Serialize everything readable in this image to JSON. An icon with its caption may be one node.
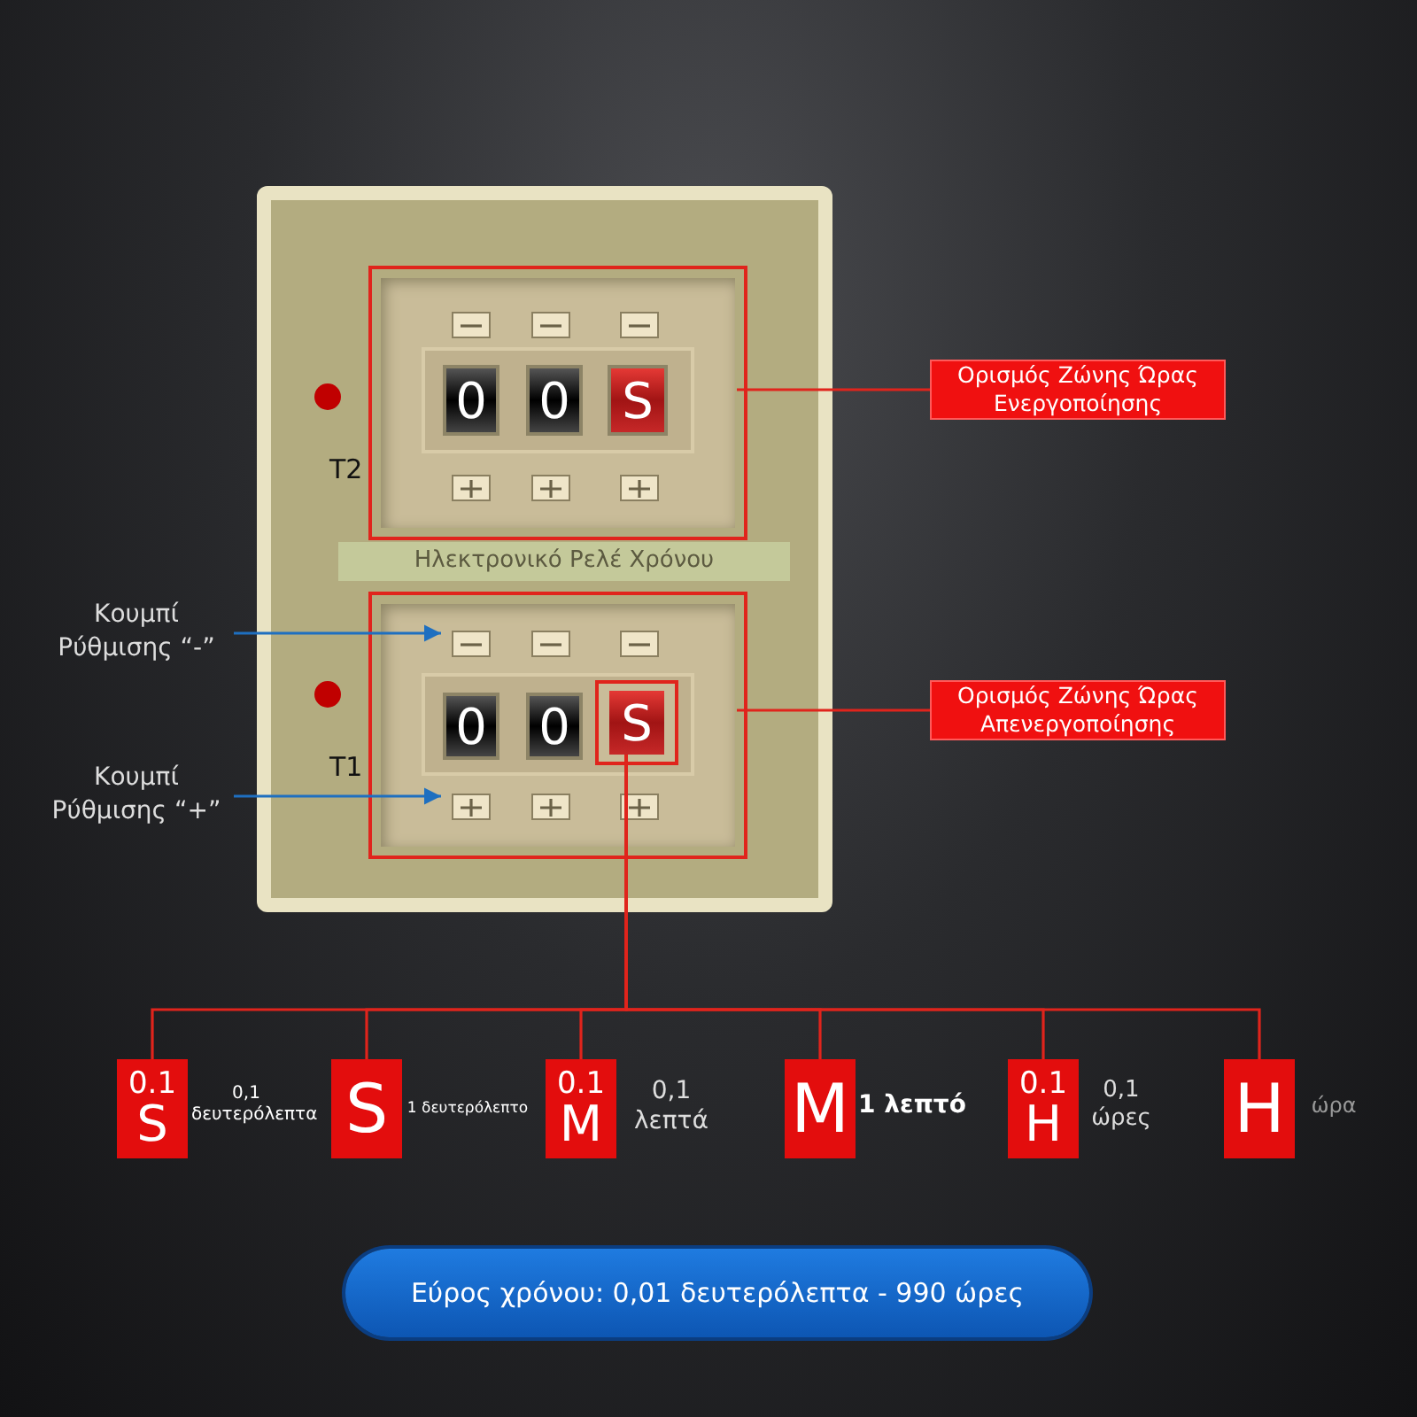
{
  "diagram": {
    "nodes": [
      {
        "text": [],
        "shape": "box"
      },
      {
        "text": [],
        "shape": "box",
        "in": 0
      },
      {
        "text": [
          "0"
        ],
        "in": 1
      },
      {
        "text": [
          "0"
        ],
        "in": 1
      },
      {
        "text": [
          "S"
        ],
        "in": 1
      },
      {
        "text": [],
        "shape": "box",
        "in": 0
      },
      {
        "text": [
          "0"
        ],
        "in": 5
      },
      {
        "text": [
          "0"
        ],
        "in": 5
      },
      {
        "text": [
          "S"
        ],
        "in": 5
      },
      {
        "text": [],
        "shape": "box",
        "in": 5
      },
      {
        "text": [],
        "shape": "box",
        "in": 5
      },
      {
        "text": [
          "Ορισμός Ζώνης Ώρας Ενεργοποίησης"
        ]
      },
      {
        "text": [
          "Κουμπί Ρύθμισης “-”"
        ]
      },
      {
        "text": [
          "Κουμπί Ρύθμισης “+”"
        ]
      },
      {
        "text": [
          "Ορισμός Ζώνης Ώρας Απενεργοποίησης"
        ]
      },
      {
        "text": [
          "0.1",
          "S"
        ],
        "beside": [
          "0,1 δευτερόλεπτα"
        ]
      },
      {
        "text": [
          "S"
        ],
        "beside": [
          "1 δευτερόλεπτο"
        ]
      },
      {
        "text": [
          "0.1",
          "M"
        ],
        "beside": [
          "0,1 λεπτά"
        ]
      },
      {
        "text": [
          "M"
        ],
        "beside": [
          "1 λεπτό"
        ]
      },
      {
        "text": [
          "0.1",
          "H"
        ],
        "beside": [
          "0,1 ώρες"
        ]
      },
      {
        "text": [
          "H"
        ],
        "beside": [
          "ώρα"
        ]
      },
      {
        "text": [
          "Εύρος χρόνου: 0,01 δευτερόλεπτα - 990 ώρες"
        ]
      }
    ],
    "edges": [
      {
        "from": 1,
        "to": 11,
        "arrow": "none"
      },
      {
        "from": 12,
        "to": 9,
        "arrow": "to",
        "color": "#1e6fc0"
      },
      {
        "from": 13,
        "to": 10,
        "arrow": "to",
        "color": "#1e6fc0"
      },
      {
        "from": 5,
        "to": 14,
        "arrow": "none"
      },
      {
        "from": 8,
        "to": 15,
        "arrow": "none"
      },
      {
        "from": 8,
        "to": 16,
        "arrow": "none"
      },
      {
        "from": 8,
        "to": 17,
        "arrow": "none"
      },
      {
        "from": 8,
        "to": 18,
        "arrow": "none"
      },
      {
        "from": 8,
        "to": 19,
        "arrow": "none"
      },
      {
        "from": 8,
        "to": 20,
        "arrow": "none"
      }
    ],
    "labels": [
      "T2",
      "Ηλεκτρονικό Ρελέ Χρόνου",
      "T1"
    ]
  }
}
